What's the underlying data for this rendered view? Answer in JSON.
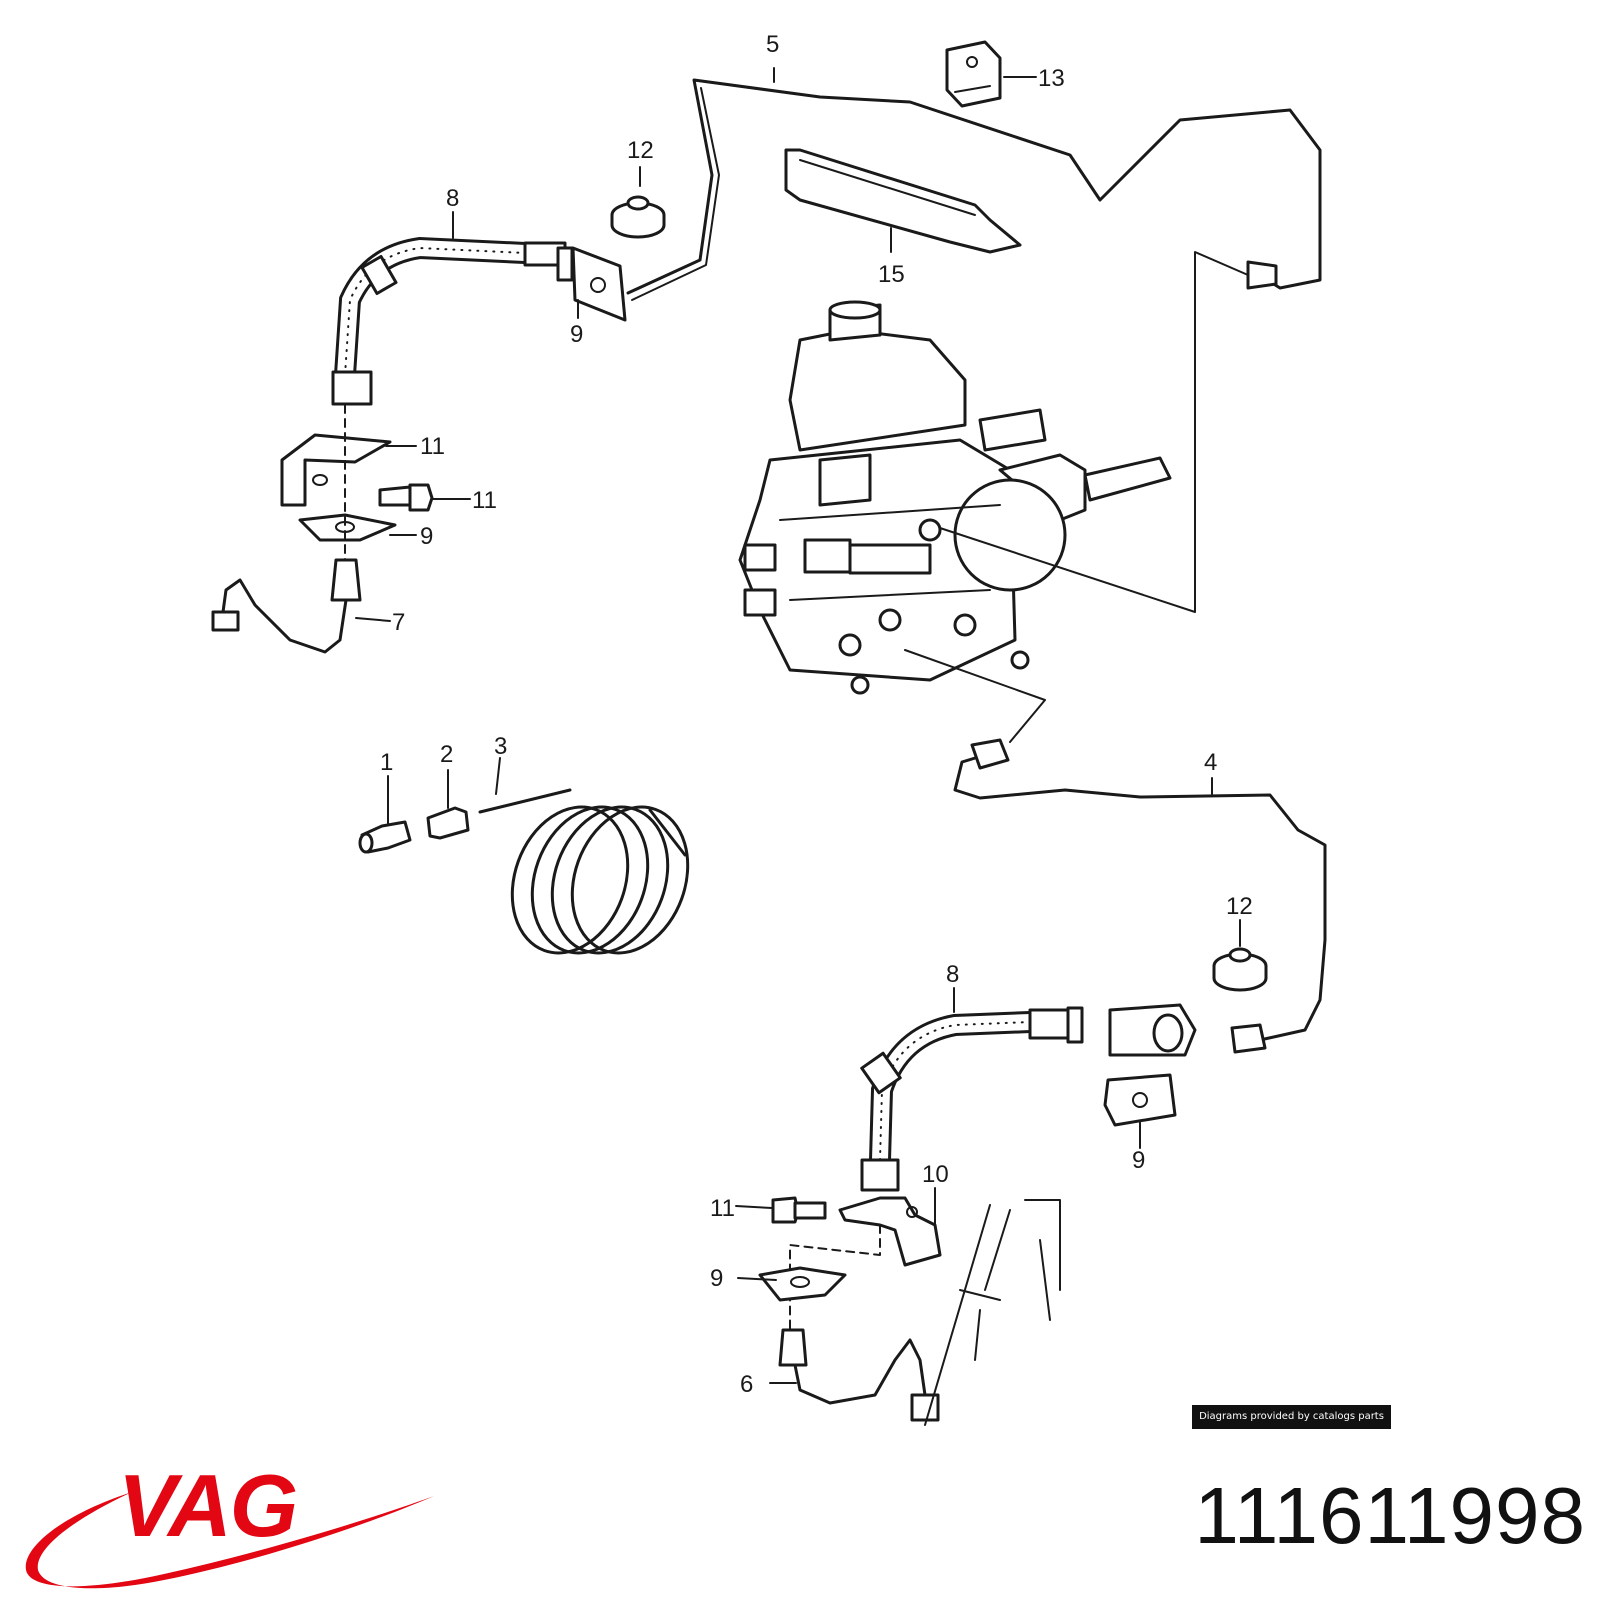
{
  "diagram": {
    "callouts": {
      "c1": "1",
      "c2": "2",
      "c3": "3",
      "c4": "4",
      "c5": "5",
      "c6": "6",
      "c7": "7",
      "c8a": "8",
      "c8b": "8",
      "c9a": "9",
      "c9b": "9",
      "c9c": "9",
      "c9d": "9",
      "c10": "10",
      "c11a": "11",
      "c11b": "11",
      "c11c": "11",
      "c12a": "12",
      "c12b": "12",
      "c13": "13",
      "c15": "15"
    }
  },
  "watermark": "Diagrams provided by catalogs parts",
  "brand": {
    "name": "VAG",
    "color": "#e30613"
  },
  "part_number": "111611998"
}
